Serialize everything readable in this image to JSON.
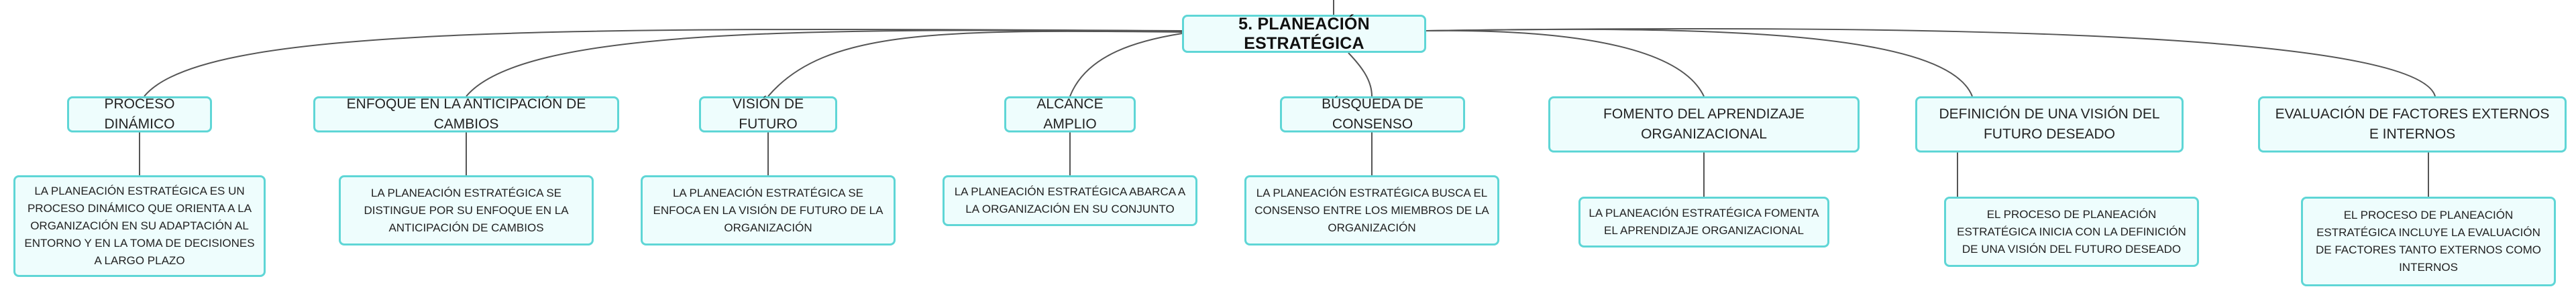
{
  "root": {
    "label": "5. PLANEACIÓN ESTRATÉGICA"
  },
  "branches": [
    {
      "title": "PROCESO DINÁMICO",
      "description": "LA PLANEACIÓN ESTRATÉGICA ES UN PROCESO DINÁMICO QUE ORIENTA A LA ORGANIZACIÓN EN SU ADAPTACIÓN AL ENTORNO Y EN LA TOMA DE DECISIONES A LARGO PLAZO"
    },
    {
      "title": "ENFOQUE EN LA ANTICIPACIÓN DE CAMBIOS",
      "description": "LA PLANEACIÓN ESTRATÉGICA SE DISTINGUE POR SU ENFOQUE EN LA ANTICIPACIÓN DE CAMBIOS"
    },
    {
      "title": "VISIÓN DE FUTURO",
      "description": "LA PLANEACIÓN ESTRATÉGICA SE ENFOCA EN LA VISIÓN DE FUTURO DE LA ORGANIZACIÓN"
    },
    {
      "title": "ALCANCE AMPLIO",
      "description": "LA PLANEACIÓN ESTRATÉGICA ABARCA A LA ORGANIZACIÓN EN SU CONJUNTO"
    },
    {
      "title": "BÚSQUEDA DE CONSENSO",
      "description": "LA PLANEACIÓN ESTRATÉGICA BUSCA EL CONSENSO ENTRE LOS MIEMBROS DE LA ORGANIZACIÓN"
    },
    {
      "title": "FOMENTO DEL APRENDIZAJE ORGANIZACIONAL",
      "description": "LA PLANEACIÓN ESTRATÉGICA FOMENTA EL APRENDIZAJE ORGANIZACIONAL"
    },
    {
      "title": "DEFINICIÓN DE UNA VISIÓN DEL FUTURO DESEADO",
      "description": "EL PROCESO DE PLANEACIÓN ESTRATÉGICA INICIA CON LA DEFINICIÓN DE UNA VISIÓN DEL FUTURO DESEADO"
    },
    {
      "title": "EVALUACIÓN DE FACTORES EXTERNOS E INTERNOS",
      "description": "EL PROCESO DE PLANEACIÓN ESTRATÉGICA INCLUYE LA EVALUACIÓN DE FACTORES TANTO EXTERNOS COMO INTERNOS"
    }
  ],
  "colors": {
    "border": "#5fd6d6",
    "fill": "#eefdfd",
    "connector": "#555555"
  }
}
